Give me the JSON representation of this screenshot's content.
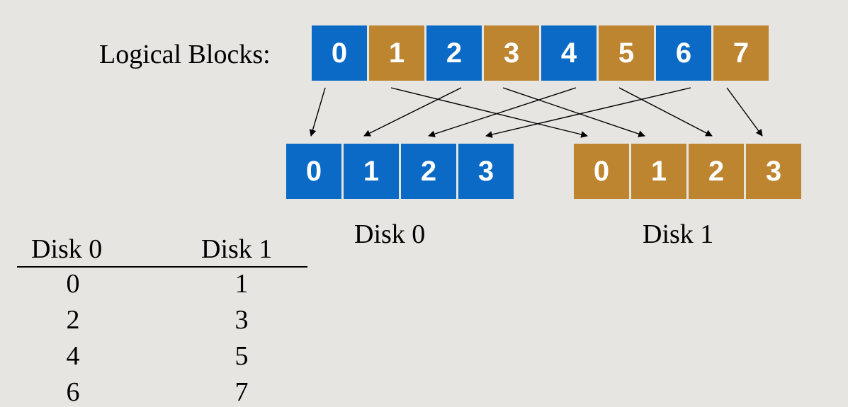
{
  "colors": {
    "blue": "#0a6ac5",
    "gold": "#bd8530",
    "background": "#e6e5e2"
  },
  "logical": {
    "label": "Logical Blocks:",
    "blocks": [
      "0",
      "1",
      "2",
      "3",
      "4",
      "5",
      "6",
      "7"
    ]
  },
  "disks": [
    {
      "caption": "Disk 0",
      "blocks": [
        "0",
        "1",
        "2",
        "3"
      ]
    },
    {
      "caption": "Disk 1",
      "blocks": [
        "0",
        "1",
        "2",
        "3"
      ]
    }
  ],
  "mapping_table": {
    "headers": [
      "Disk 0",
      "Disk 1"
    ],
    "rows": [
      [
        "0",
        "1"
      ],
      [
        "2",
        "3"
      ],
      [
        "4",
        "5"
      ],
      [
        "6",
        "7"
      ]
    ]
  }
}
